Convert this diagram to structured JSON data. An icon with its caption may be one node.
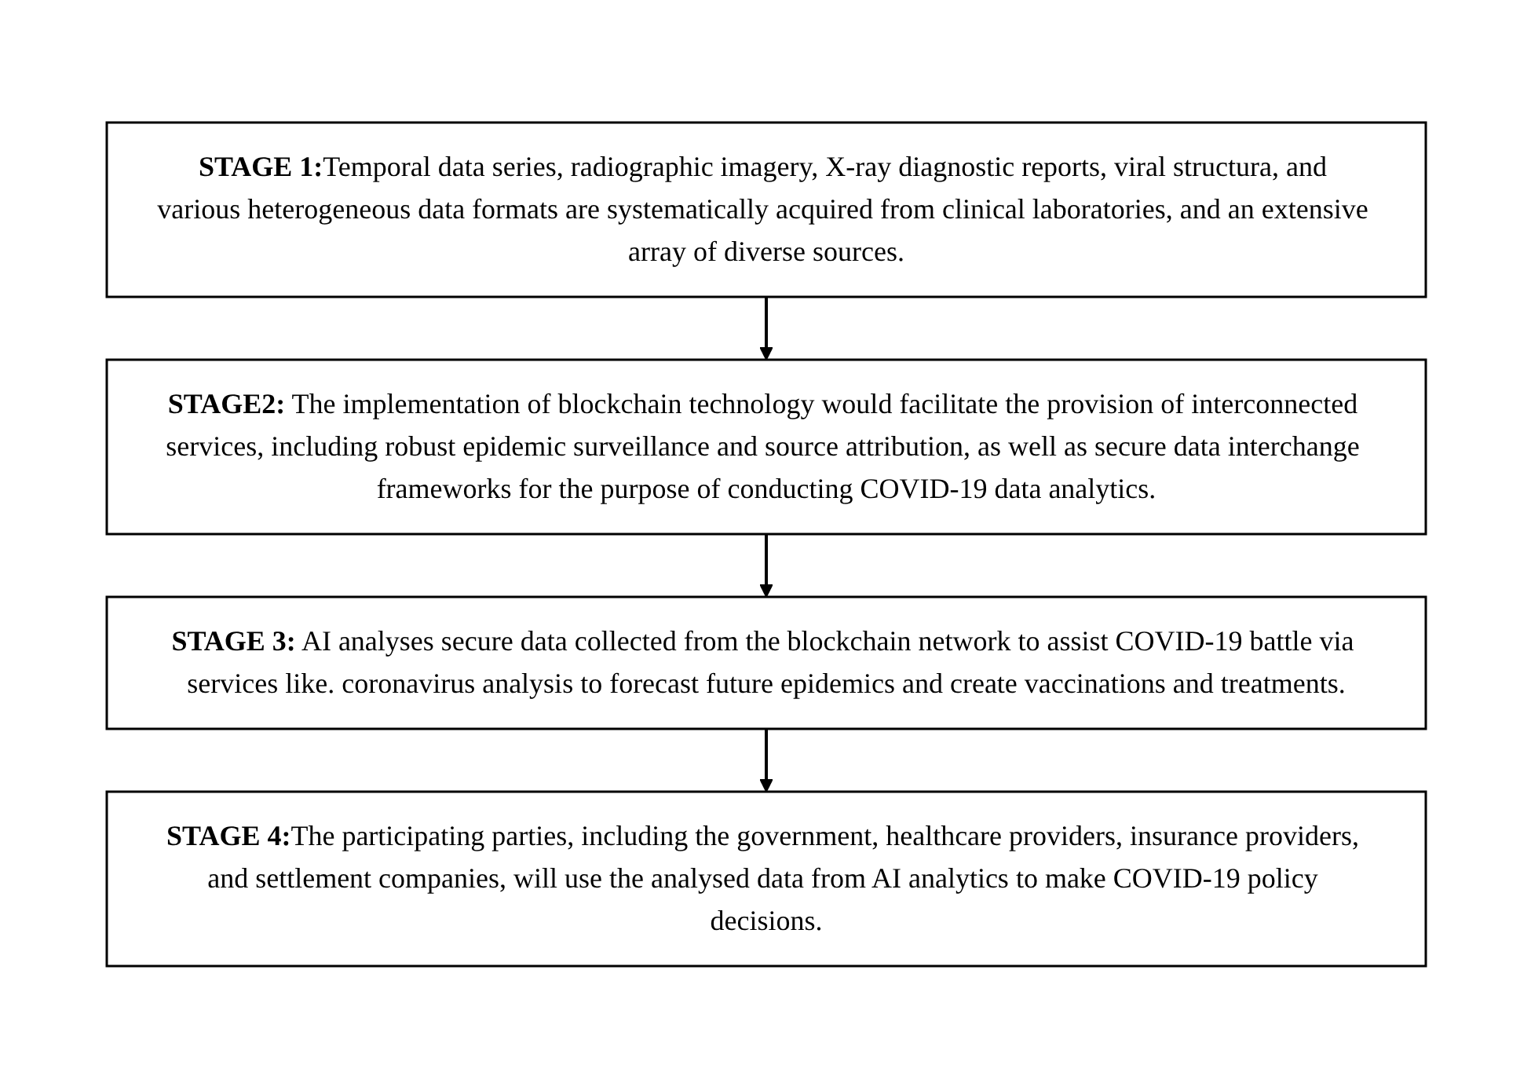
{
  "diagram": {
    "nodes": [
      {
        "text": [
          "**STAGE 1:**Temporal data series, radiographic imagery, X-ray diagnostic reports, viral structura, and various heterogeneous data formats are systematically acquired from clinical laboratories, and an extensive array of diverse sources."
        ]
      },
      {
        "text": [
          "**STAGE2:** The implementation of blockchain technology would facilitate the provision of interconnected services, including robust epidemic surveillance and source attribution, as well as secure data interchange frameworks for the purpose of conducting COVID-19 data analytics."
        ]
      },
      {
        "text": [
          "**STAGE 3:** AI analyses secure data collected from the blockchain network to assist COVID-19 battle via services like. coronavirus analysis to forecast future epidemics and create vaccinations and treatments."
        ]
      },
      {
        "text": [
          "**STAGE 4:**The participating parties, including the government, healthcare providers, insurance providers, and settlement companies, will use the analysed data from AI analytics to make COVID-19 policy decisions."
        ]
      }
    ],
    "edges": [
      {
        "from": 0,
        "to": 1,
        "arrow": "to"
      },
      {
        "from": 1,
        "to": 2,
        "arrow": "to"
      },
      {
        "from": 2,
        "to": 3,
        "arrow": "to"
      }
    ]
  }
}
